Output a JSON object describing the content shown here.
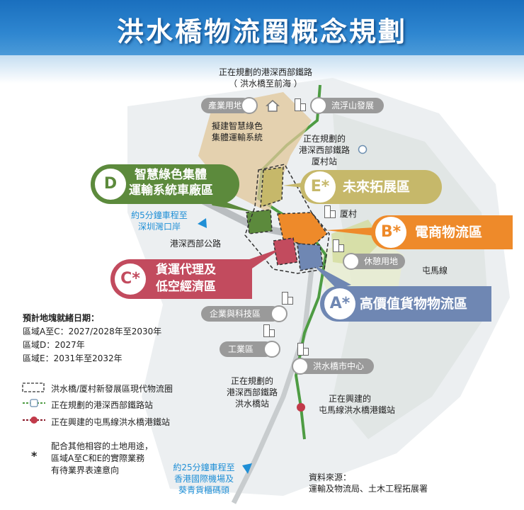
{
  "title": "洪水橋物流圈概念規劃",
  "colors": {
    "header_blue": "#2a7fc8",
    "zone_d": "#5c8a3c",
    "zone_e": "#c6b86a",
    "zone_b": "#ee8a2a",
    "zone_c": "#c24b5e",
    "zone_a": "#6f87b3",
    "railway_green": "#4e9c43",
    "accent_blue": "#1f8fd6"
  },
  "map_labels": {
    "railway_top_line1": "正在規劃的港深西部鐵路",
    "railway_top_line2": "（ 洪水橋至前海 ）",
    "smart_green_line1": "擬建智慧綠色",
    "smart_green_line2": "集體運輸系統",
    "ha_tsuen_station_line1": "正在規劃的",
    "ha_tsuen_station_line2": "港深西部鐵路",
    "ha_tsuen_station_line3": "厦村站",
    "ha_tsuen_village": "厦村",
    "shenzhen_bay_line1": "約5分鐘車程至",
    "shenzhen_bay_line2": "深圳灣口岸",
    "kong_sham_road": "港深西部公路",
    "tuen_ma_line": "屯馬線",
    "hsk_station_line1": "正在規劃的",
    "hsk_station_line2": "港深西部鐵路",
    "hsk_station_line3": "洪水橋站",
    "tml_station_line1": "正在興建的",
    "tml_station_line2": "屯馬線洪水橋港鐵站",
    "airport_line1": "約25分鐘車程至",
    "airport_line2": "香港國際機場及",
    "airport_line3": "葵青貨櫃碼頭",
    "source_line1": "資料來源：",
    "source_line2": "運輸及物流局、土木工程拓展署"
  },
  "pills": {
    "industrial_land": "產業用地",
    "lau_fau_shan": "流浮山發展",
    "rest_area": "休憩用地",
    "enterprise_tech": "企業與科技區",
    "industrial_zone": "工業區",
    "town_centre": "洪水橋市中心"
  },
  "zones": {
    "d": {
      "letter": "D",
      "line1": "智慧綠色集體",
      "line2": "運輸系統車廠區"
    },
    "e": {
      "letter": "E*",
      "name": "未來拓展區"
    },
    "b": {
      "letter": "B*",
      "name": "電商物流區"
    },
    "c": {
      "letter": "C*",
      "line1": "貨運代理及",
      "line2": "低空經濟區"
    },
    "a": {
      "letter": "A*",
      "name": "高價值貨物物流區"
    }
  },
  "schedule": {
    "heading": "預計地塊就緒日期：",
    "line_ac": "區域A至C：2027/2028年至2030年",
    "line_d": "區域D：2027年",
    "line_e": "區域E：2031年至2032年"
  },
  "legend": {
    "boundary": "洪水橋/厦村新發展區現代物流圈",
    "planned_station": "正在規劃的港深西部鐵路站",
    "tml_station": "正在興建的屯馬線洪水橋港鐵站"
  },
  "footnote": {
    "symbol": "*",
    "line1": "配合其他相容的土地用途，",
    "line2": "區域A至C和E的實際業務",
    "line3": "有待業界表達意向"
  }
}
